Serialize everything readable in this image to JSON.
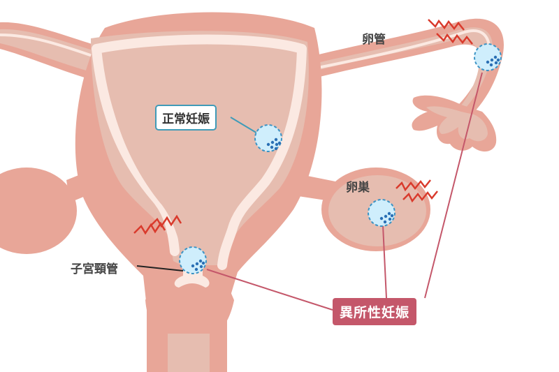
{
  "labels": {
    "fallopian_tube": "卵管",
    "normal_pregnancy": "正常妊娠",
    "ovary": "卵巣",
    "cervical_canal": "子宮頸管",
    "ectopic_pregnancy": "異所性妊娠"
  },
  "colors": {
    "uterus_outer": "#e8a698",
    "uterus_inner": "#e6bdb0",
    "lining": "#fbe9e2",
    "embryo_fill": "#cfeefc",
    "embryo_border": "#3b93c4",
    "cells": "#2a6fb4",
    "leader_line": "#c4576a",
    "pain_lines": "#d93a2c"
  },
  "icons": [
    "pain-zigzag-icon",
    "embryo-icon"
  ]
}
